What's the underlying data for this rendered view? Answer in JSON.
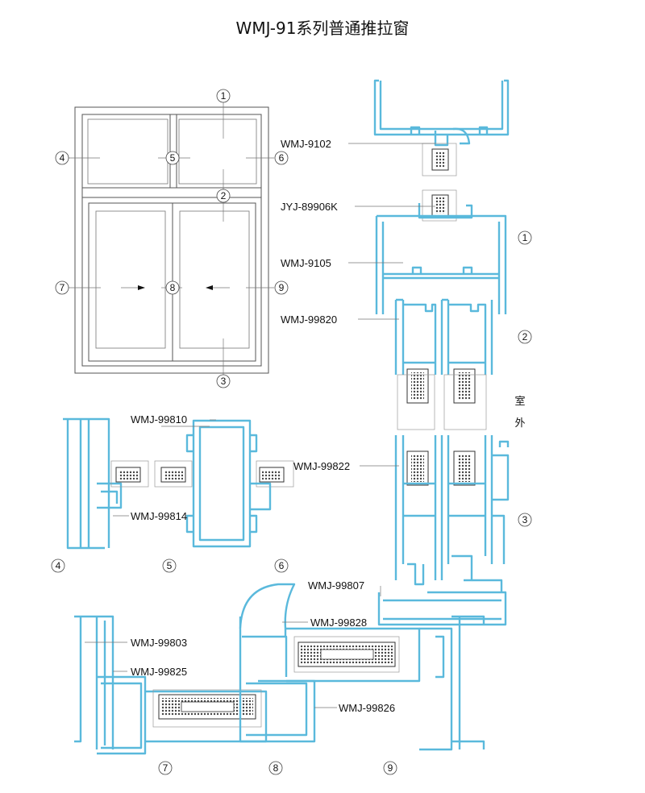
{
  "title": "WMJ-91系列普通推拉窗",
  "profiles": {
    "p9102": "WMJ-9102",
    "p89906k": "JYJ-89906K",
    "p9105": "WMJ-9105",
    "p99820": "WMJ-99820",
    "p99810": "WMJ-99810",
    "p99822": "WMJ-99822",
    "p99814": "WMJ-99814",
    "p99807": "WMJ-99807",
    "p99828": "WMJ-99828",
    "p99803": "WMJ-99803",
    "p99825": "WMJ-99825",
    "p99826": "WMJ-99826"
  },
  "outside_label_1": "室",
  "outside_label_2": "外",
  "section_numbers": [
    "1",
    "2",
    "3",
    "4",
    "5",
    "6",
    "7",
    "8",
    "9"
  ],
  "colors": {
    "profile": "#5ab9dc",
    "frame": "#555555",
    "text": "#111111"
  }
}
